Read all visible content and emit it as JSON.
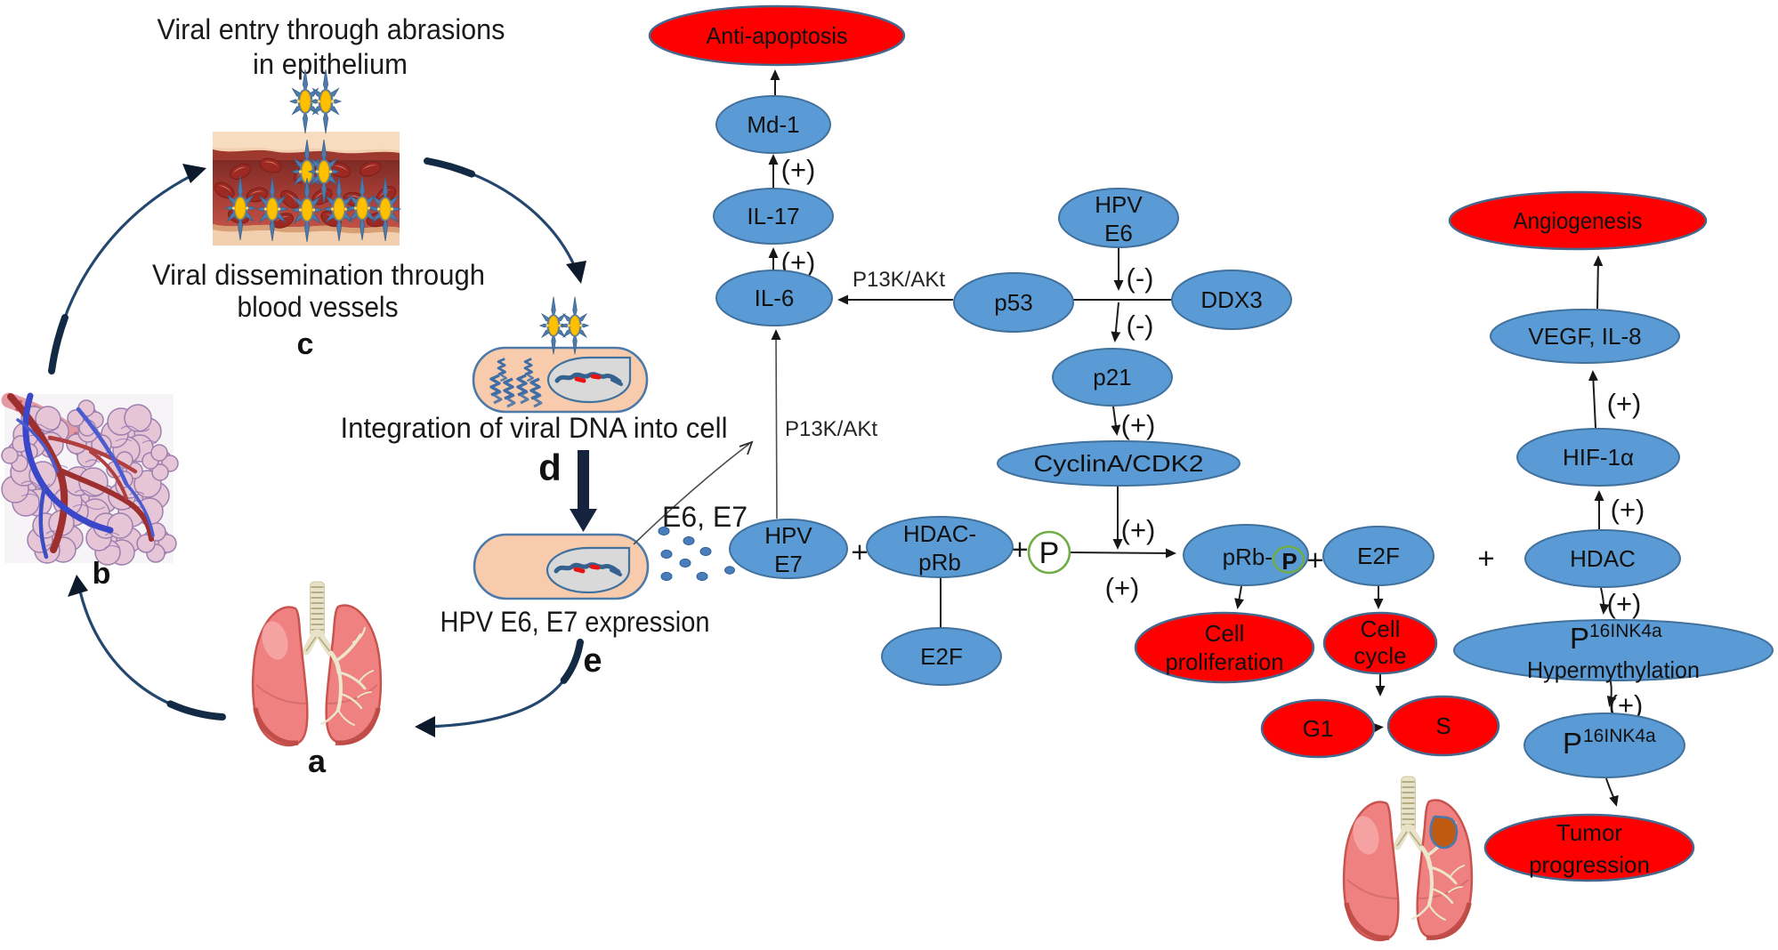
{
  "figure": {
    "background": "#ffffff",
    "colors": {
      "node_blue": "#5b9bd5",
      "node_blue_border": "#41719c",
      "node_red": "#ff0000",
      "phosphate_green": "#70ad47",
      "cell_fill": "#f8cbad",
      "cell_border": "#4d7aa8",
      "nucleus_grey": "#d9d9d9",
      "virus_blue": "#4f7cac",
      "virus_yellow": "#ffc000",
      "lung_pink": "#ef8181",
      "lung_shade": "#c9544f",
      "tumor_orange": "#c05a11",
      "arrow_black": "#1c1c1c",
      "cycle_arrow_navy": "#24476e"
    },
    "stage_captions": {
      "entry_line1": "Viral entry through abrasions",
      "entry_line2": "in epithelium",
      "dissemination_line1": "Viral dissemination through",
      "dissemination_line2": "blood vessels",
      "integration": "Integration of viral DNA into cell",
      "expression": "HPV E6, E7 expression"
    },
    "stage_letters": {
      "a": "a",
      "b": "b",
      "c": "c",
      "d": "d",
      "e": "e"
    },
    "annotations": {
      "plus": "(+)",
      "minus": "(-)",
      "plus_sign": "+",
      "pi3k_akt_horizontal": "P13K/AKt",
      "pi3k_akt_vertical": "P13K/AKt",
      "e6_e7_release": "E6, E7",
      "phosphate": "P"
    },
    "nodes": {
      "anti_apoptosis": {
        "label": "Anti-apoptosis"
      },
      "md1": {
        "label": "Md-1"
      },
      "il17": {
        "label": "IL-17"
      },
      "il6": {
        "label": "IL-6"
      },
      "p53": {
        "label": "p53"
      },
      "hpv_e6": {
        "line1": "HPV",
        "line2": "E6"
      },
      "ddx3": {
        "label": "DDX3"
      },
      "p21": {
        "label": "p21"
      },
      "cyclin_cdk2": {
        "label": "CyclinA/CDK2"
      },
      "hpv_e7": {
        "line1": "HPV",
        "line2": "E7"
      },
      "hdac_prb": {
        "line1": "HDAC-",
        "line2": "pRb"
      },
      "e2f_lower": {
        "label": "E2F"
      },
      "prb_p": {
        "label": "pRb-",
        "phosphate": "P"
      },
      "e2f_mid": {
        "label": "E2F"
      },
      "hdac": {
        "label": "HDAC"
      },
      "vegf_il8": {
        "label": "VEGF, IL-8"
      },
      "hif_1a": {
        "label": "HIF-1α"
      },
      "p16_hypermethylation": {
        "base": "P",
        "sup": "16INK4a",
        "line2": "Hypermythylation"
      },
      "p16": {
        "base": "P",
        "sup": "16INK4a"
      },
      "angiogenesis": {
        "label": "Angiogenesis"
      },
      "cell_proliferation": {
        "line1": "Cell",
        "line2": "proliferation"
      },
      "cell_cycle": {
        "line1": "Cell",
        "line2": "cycle"
      },
      "g1": {
        "label": "G1"
      },
      "s_phase": {
        "label": "S"
      },
      "tumor_progression": {
        "line1": "Tumor",
        "line2": "progression"
      }
    }
  }
}
